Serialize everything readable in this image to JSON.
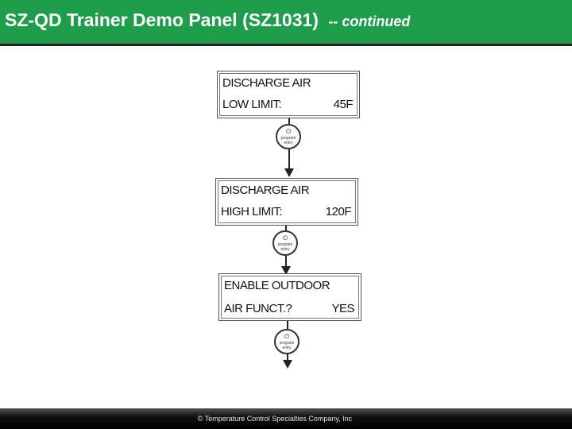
{
  "header": {
    "title": "SZ-QD Trainer Demo Panel (SZ1031)",
    "continued": "-- continued"
  },
  "flow": {
    "screens": [
      {
        "line1": "DISCHARGE AIR",
        "line2_label": "LOW LIMIT:",
        "line2_value": "45F"
      },
      {
        "line1": "DISCHARGE AIR",
        "line2_label": "HIGH LIMIT:",
        "line2_value": "120F"
      },
      {
        "line1": "ENABLE OUTDOOR",
        "line2_label": "AIR FUNCT.?",
        "line2_value": "YES"
      }
    ],
    "button": {
      "icon": "enter-icon",
      "label_line1": "program",
      "label_line2": "entry"
    }
  },
  "footer": {
    "copyright": "© Temperature Control Specialties Company, Inc"
  }
}
